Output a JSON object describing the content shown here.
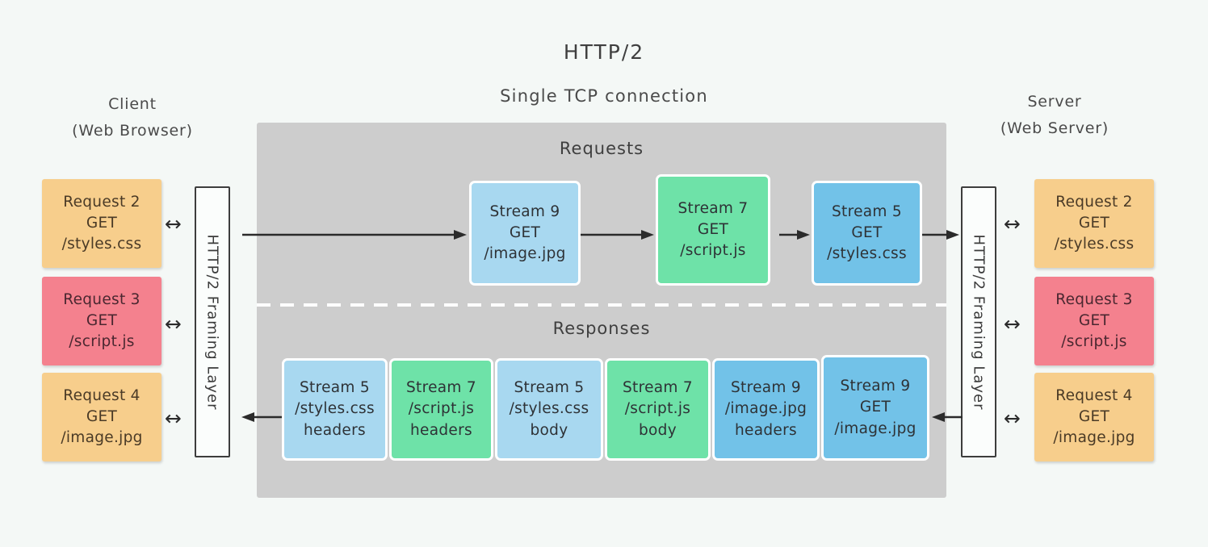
{
  "diagram": {
    "title": "HTTP/2",
    "subtitle": "Single TCP connection",
    "background_color": "#f4f8f6",
    "panel_color": "#cdcdcd"
  },
  "endpoints": {
    "client": {
      "name": "Client",
      "detail": "(Web Browser)"
    },
    "server": {
      "name": "Server",
      "detail": "(Web Server)"
    }
  },
  "framing_layers": {
    "client_side_label": "HTTP/2 Framing Layer",
    "server_side_label": "HTTP/2 Framing Layer"
  },
  "sections": {
    "requests_heading": "Requests",
    "responses_heading": "Responses"
  },
  "client_requests": [
    {
      "line1": "Request 2",
      "line2": "GET",
      "line3": "/styles.css",
      "color": "#f7ce8c"
    },
    {
      "line1": "Request 3",
      "line2": "GET",
      "line3": "/script.js",
      "color": "#f4818e"
    },
    {
      "line1": "Request 4",
      "line2": "GET",
      "line3": "/image.jpg",
      "color": "#f7ce8c"
    }
  ],
  "server_requests": [
    {
      "line1": "Request 2",
      "line2": "GET",
      "line3": "/styles.css",
      "color": "#f7ce8c"
    },
    {
      "line1": "Request 3",
      "line2": "GET",
      "line3": "/script.js",
      "color": "#f4818e"
    },
    {
      "line1": "Request 4",
      "line2": "GET",
      "line3": "/image.jpg",
      "color": "#f7ce8c"
    }
  ],
  "request_streams": [
    {
      "line1": "Stream 9",
      "line2": "GET",
      "line3": "/image.jpg",
      "color": "#a8d8f0"
    },
    {
      "line1": "Stream 7",
      "line2": "GET",
      "line3": "/script.js",
      "color": "#6ee2a8"
    },
    {
      "line1": "Stream 5",
      "line2": "GET",
      "line3": "/styles.css",
      "color": "#72c2e8"
    }
  ],
  "response_streams": [
    {
      "line1": "Stream 5",
      "line2": "/styles.css",
      "line3": "headers",
      "color": "#a8d8f0"
    },
    {
      "line1": "Stream 7",
      "line2": "/script.js",
      "line3": "headers",
      "color": "#6ee2a8"
    },
    {
      "line1": "Stream 5",
      "line2": "/styles.css",
      "line3": "body",
      "color": "#a8d8f0"
    },
    {
      "line1": "Stream 7",
      "line2": "/script.js",
      "line3": "body",
      "color": "#6ee2a8"
    },
    {
      "line1": "Stream 9",
      "line2": "/image.jpg",
      "line3": "headers",
      "color": "#72c2e8"
    },
    {
      "line1": "Stream 9",
      "line2": "GET",
      "line3": "/image.jpg",
      "color": "#72c2e8"
    }
  ],
  "icons": {
    "bidirectional_arrow": "↔"
  }
}
